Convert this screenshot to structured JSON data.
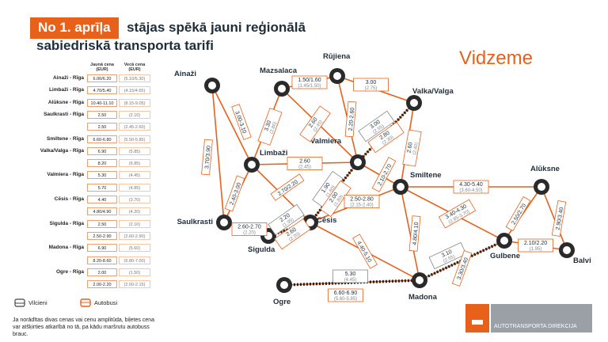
{
  "header": {
    "badge": "No 1. aprīļa",
    "line1": "stājas spēkā jauni reģionālā",
    "line2": "sabiedriskā transporta tarifi"
  },
  "region": "Vidzeme",
  "table": {
    "col_new": "Jaunā cena (EUR)",
    "col_old": "Vecā cena (EUR)",
    "rows": [
      {
        "route": "Ainaži - Rīga",
        "new": "6.00/6.20",
        "old": "(5.10/5.30)"
      },
      {
        "route": "Limbaži - Rīga",
        "new": "4.70/5.40",
        "old": "(4.15/4.65)"
      },
      {
        "route": "Alūksne - Rīga",
        "new": "10.40-11.10",
        "old": "(8.15-9.05)"
      },
      {
        "route": "Saulkrasti - Rīga",
        "new": "2.50",
        "old": "(2.10)"
      },
      {
        "route": "",
        "new": "2.50",
        "old": "(2.45-2.60)"
      },
      {
        "route": "Smiltene - Rīga",
        "new": "6.60-6.80",
        "old": "(5.50-5.85)"
      },
      {
        "route": "Valka/Valga - Rīga",
        "new": "6.90",
        "old": "(5.85)"
      },
      {
        "route": "",
        "new": "8.20",
        "old": "(6.85)"
      },
      {
        "route": "Valmiera - Rīga",
        "new": "5.30",
        "old": "(4.45)"
      },
      {
        "route": "",
        "new": "5.70",
        "old": "(4.85)"
      },
      {
        "route": "Cēsis - Rīga",
        "new": "4.40",
        "old": "(3.70)"
      },
      {
        "route": "",
        "new": "4.80/4.90",
        "old": "(4.20)"
      },
      {
        "route": "Sigulda - Rīga",
        "new": "2.50",
        "old": "(2.10)"
      },
      {
        "route": "",
        "new": "2.50-2.90",
        "old": "(2.60-2.90)"
      },
      {
        "route": "Madona - Rīga",
        "new": "6.90",
        "old": "(5.60)"
      },
      {
        "route": "",
        "new": "8.20-8.60",
        "old": "(6.80-7.00)"
      },
      {
        "route": "Ogre - Rīga",
        "new": "2.00",
        "old": "(1.50)"
      },
      {
        "route": "",
        "new": "2.00-2.20",
        "old": "(2.00-2.15)"
      }
    ]
  },
  "legend": {
    "train": "Vilcieni",
    "bus": "Autobusi"
  },
  "note": "Ja norādītas divas cenas vai cenu amplitūda, biļetes cena var atšķirties atkarībā no tā, pa kādu maršrutu autobuss brauc.",
  "logo": "AUTOTRANSPORTA DIREKCIJA",
  "colors": {
    "accent": "#e8611a",
    "text": "#1f2d3a",
    "node": "#2a2a2a"
  },
  "cities": {
    "ainazi": "Ainaži",
    "mazsalaca": "Mazsalaca",
    "rujiena": "Rūjiena",
    "valka": "Valka/Valga",
    "limbazi": "Limbaži",
    "valmiera": "Valmiera",
    "smiltene": "Smiltene",
    "aluksne": "Alūksne",
    "saulkrasti": "Saulkrasti",
    "cesis": "Cēsis",
    "sigulda": "Sigulda",
    "gulbene": "Gulbene",
    "balvi": "Balvi",
    "ogre": "Ogre",
    "madona": "Madona"
  },
  "prices": {
    "ainazi_limbazi": {
      "new": "3.00-3.10",
      "old": ""
    },
    "ainazi_saulkrasti": {
      "new": "3.70/3.90",
      "old": ""
    },
    "mazsalaca_rujiena": {
      "new": "1.50/1.60",
      "old": "(1.45/1.50)"
    },
    "rujiena_valka": {
      "new": "3.00",
      "old": "(2.75)"
    },
    "mazsalaca_limbazi": {
      "new": "3.30",
      "old": "(2.80)"
    },
    "mazsalaca_valmiera": {
      "new": "2.60",
      "old": "(2.45)"
    },
    "rujiena_valmiera": {
      "new": "2.20-2.60",
      "old": ""
    },
    "valka_valmiera_train": {
      "new": "3.00",
      "old": "(2.55)"
    },
    "valka_valmiera_bus": {
      "new": "2.80",
      "old": "(2.30)"
    },
    "valka_smiltene": {
      "new": "2.60",
      "old": "(2.40)"
    },
    "limbazi_valmiera": {
      "new": "2.60",
      "old": "(2.45)"
    },
    "limbazi_saulkrasti": {
      "new": "2.40-3.00",
      "old": ""
    },
    "limbazi_cesis": {
      "new": "2.70/2.20",
      "old": ""
    },
    "valmiera_cesis_train": {
      "new": "1.90",
      "old": "(1.60)"
    },
    "valmiera_cesis_bus": {
      "new": "2.00",
      "old": "(1.80)"
    },
    "valmiera_smiltene": {
      "new": "2.10-2.70",
      "old": ""
    },
    "cesis_smiltene": {
      "new": "2.50-2.80",
      "old": "(2.15-2.40)"
    },
    "smiltene_aluksne": {
      "new": "4.30-5.40",
      "old": "(3.60-4.50)"
    },
    "smiltene_gulbene": {
      "new": "3.40-4.30",
      "old": "(2.85-3.70)"
    },
    "smiltene_madona": {
      "new": "4.80/4.10",
      "old": ""
    },
    "cesis_madona": {
      "new": "4.40-5.10",
      "old": ""
    },
    "sigulda_cesis_train": {
      "new": "2.20",
      "old": "(1.95)"
    },
    "sigulda_cesis_bus": {
      "new": "2.60",
      "old": "(2.20)"
    },
    "saulkrasti_sigulda": {
      "new": "2.60-2.70",
      "old": "(2.20)"
    },
    "aluksne_gulbene": {
      "new": "2.50/2.70",
      "old": ""
    },
    "aluksne_balvi": {
      "new": "2.90/3.40",
      "old": ""
    },
    "gulbene_balvi": {
      "new": "2.10/2.20",
      "old": "(1.95)"
    },
    "madona_gulbene_train": {
      "new": "3.10",
      "old": "(2.55)"
    },
    "madona_gulbene_bus": {
      "new": "3.30/3.40",
      "old": ""
    },
    "ogre_madona_train": {
      "new": "5.30",
      "old": "(4.45)"
    },
    "ogre_madona_bus": {
      "new": "6.60-6.90",
      "old": "(5.60-5.85)"
    }
  }
}
